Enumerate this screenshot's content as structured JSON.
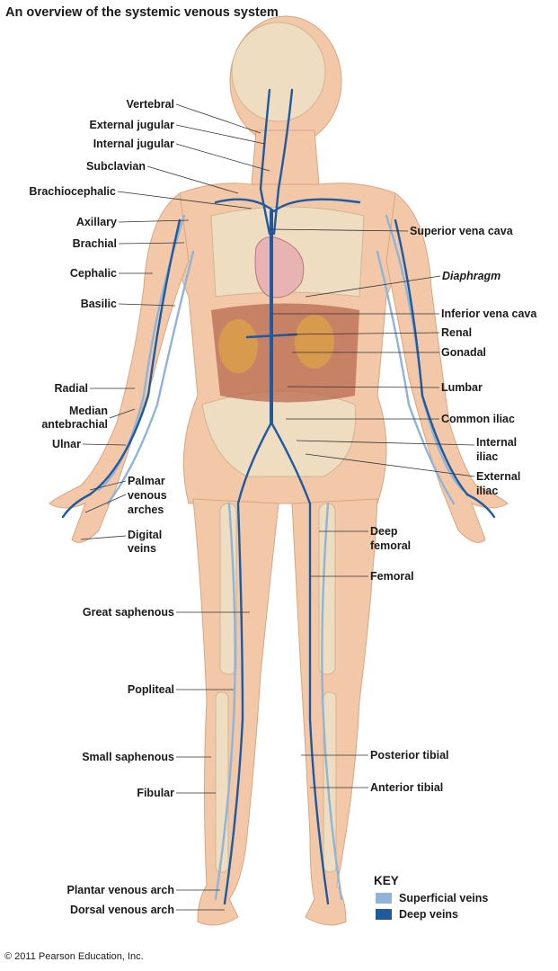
{
  "title": "An overview of the systemic venous system",
  "labels": {
    "vertebral": "Vertebral",
    "external_jugular": "External jugular",
    "internal_jugular": "Internal jugular",
    "subclavian": "Subclavian",
    "brachiocephalic": "Brachiocephalic",
    "axillary": "Axillary",
    "brachial": "Brachial",
    "cephalic": "Cephalic",
    "basilic": "Basilic",
    "radial": "Radial",
    "median_antebrachial_1": "Median",
    "median_antebrachial_2": "antebrachial",
    "ulnar": "Ulnar",
    "palmar_1": "Palmar",
    "palmar_2": "venous",
    "palmar_3": "arches",
    "digital_1": "Digital",
    "digital_2": "veins",
    "great_saphenous": "Great saphenous",
    "popliteal": "Popliteal",
    "small_saphenous": "Small saphenous",
    "fibular": "Fibular",
    "plantar_venous_arch": "Plantar venous arch",
    "dorsal_venous_arch": "Dorsal venous arch",
    "superior_vena_cava": "Superior vena cava",
    "diaphragm": "Diaphragm",
    "inferior_vena_cava": "Inferior vena cava",
    "renal": "Renal",
    "gonadal": "Gonadal",
    "lumbar": "Lumbar",
    "common_iliac": "Common iliac",
    "internal_iliac_1": "Internal",
    "internal_iliac_2": "iliac",
    "external_iliac_1": "External",
    "external_iliac_2": "iliac",
    "deep_femoral_1": "Deep",
    "deep_femoral_2": "femoral",
    "femoral": "Femoral",
    "posterior_tibial": "Posterior tibial",
    "anterior_tibial": "Anterior tibial"
  },
  "key": {
    "title": "KEY",
    "superficial": "Superficial veins",
    "deep": "Deep veins",
    "superficial_color": "#8fb4d8",
    "deep_color": "#1f5aa0"
  },
  "copyright": "© 2011 Pearson Education, Inc."
}
